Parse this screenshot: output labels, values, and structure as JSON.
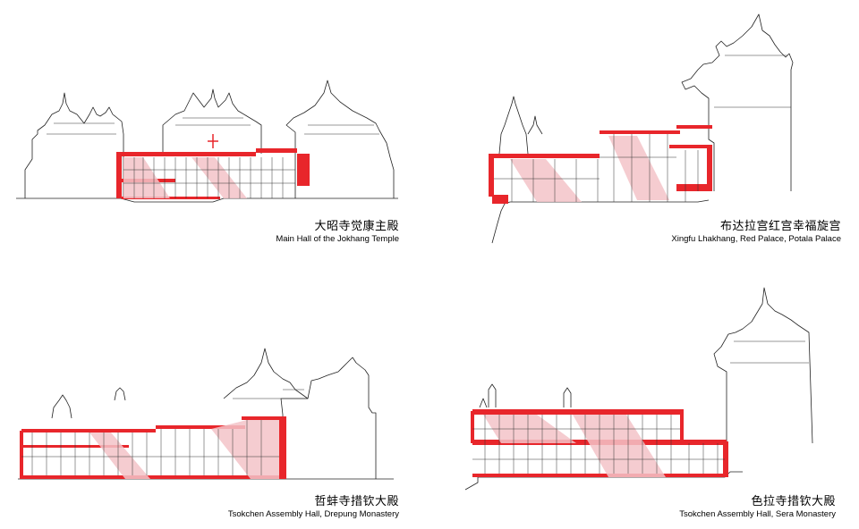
{
  "colors": {
    "accent_red": "#e8262b",
    "section_pink": "#f3c3c8",
    "line": "#222222",
    "background": "#ffffff"
  },
  "sections": [
    {
      "title_zh": "大昭寺觉康主殿",
      "title_en": "Main Hall of the Jokhang Temple"
    },
    {
      "title_zh": "布达拉宫红宫幸福旋宫",
      "title_en": "Xingfu Lhakhang, Red Palace, Potala Palace"
    },
    {
      "title_zh": "哲蚌寺措钦大殿",
      "title_en": "Tsokchen Assembly Hall, Drepung Monastery"
    },
    {
      "title_zh": "色拉寺措钦大殿",
      "title_en": "Tsokchen Assembly Hall, Sera Monastery"
    }
  ]
}
